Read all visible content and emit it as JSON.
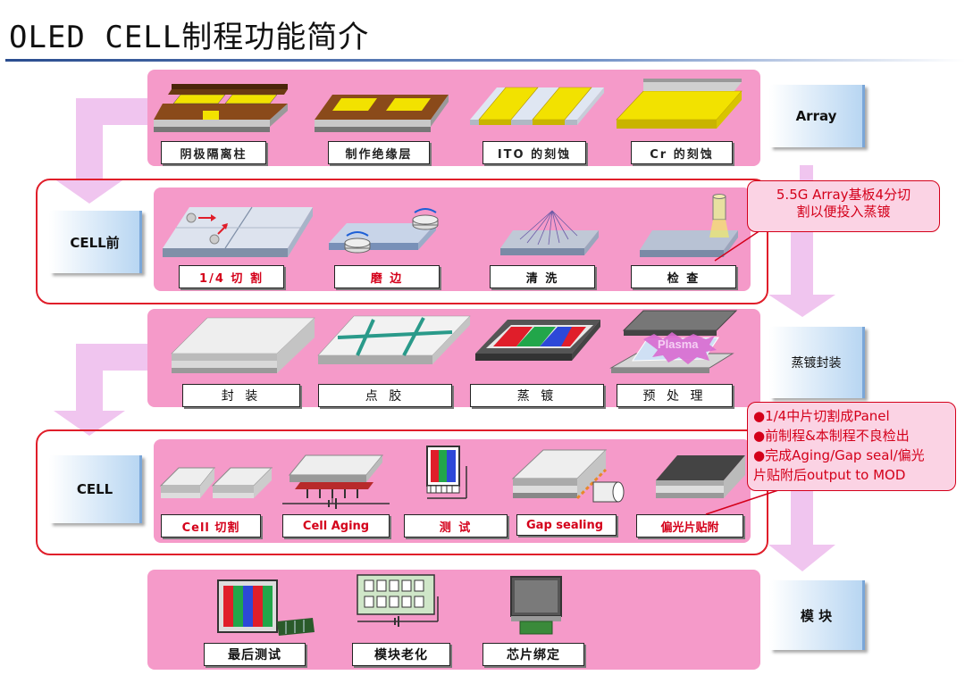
{
  "title": "OLED CELL制程功能简介",
  "stages": {
    "array": "Array",
    "cell_pre": "CELL前",
    "evap": "蒸镀封装",
    "cell": "CELL",
    "module": "模 块"
  },
  "rows": {
    "array": [
      "阴极隔离柱",
      "制作绝缘层",
      "ITO 的刻蚀",
      "Cr 的刻蚀"
    ],
    "cell_pre": [
      "1/4 切 割",
      "磨 边",
      "清 洗",
      "检 查"
    ],
    "evap": [
      "封 装",
      "点 胶",
      "蒸 镀",
      "预 处 理"
    ],
    "cell": [
      "Cell 切割",
      "Cell Aging",
      "测 试",
      "Gap sealing",
      "偏光片贴附"
    ],
    "module": [
      "最后测试",
      "模块老化",
      "芯片绑定"
    ]
  },
  "plasma_text": "Plasma",
  "callouts": {
    "cell_pre": [
      "5.5G Array基板4分切",
      "割以便投入蒸镀"
    ],
    "cell": [
      "●1/4中片切割成Panel",
      "●前制程&本制程不良检出",
      "●完成Aging/Gap seal/偏光",
      "片贴附后output to MOD"
    ]
  },
  "colors": {
    "band": "#f59ac9",
    "accent_red": "#e01e2a",
    "side_blue": "#b8d6f2"
  }
}
